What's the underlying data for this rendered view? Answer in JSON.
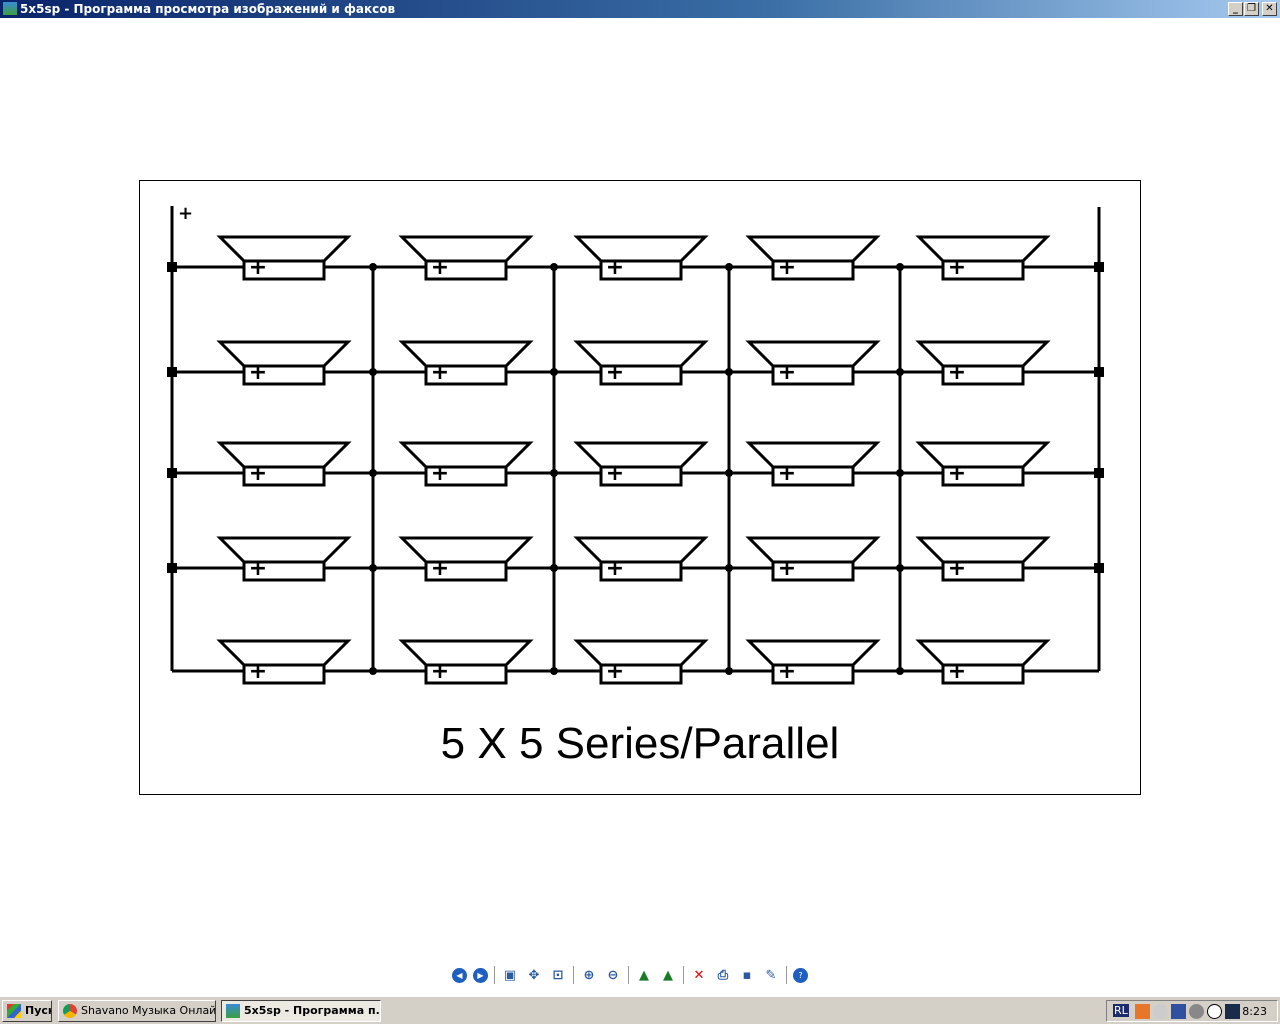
{
  "window": {
    "title": "5x5sp - Программа просмотра изображений и факсов",
    "buttons": [
      "_",
      "❐",
      "✕"
    ]
  },
  "diagram": {
    "caption": "5 X 5 Series/Parallel",
    "plus_label": "+",
    "speaker_label": "+",
    "rows": 5,
    "cols": 5
  },
  "toolbar": [
    {
      "icon": "previous-image-icon",
      "glyph": "◀"
    },
    {
      "icon": "next-image-icon",
      "glyph": "▶"
    },
    {
      "icon": "best-fit-icon",
      "glyph": "▣"
    },
    {
      "icon": "actual-size-icon",
      "glyph": "✥"
    },
    {
      "icon": "slideshow-icon",
      "glyph": "⊡"
    },
    {
      "icon": "zoom-in-icon",
      "glyph": "⊕"
    },
    {
      "icon": "zoom-out-icon",
      "glyph": "⊖"
    },
    {
      "icon": "rotate-clockwise-icon",
      "glyph": "▲"
    },
    {
      "icon": "rotate-counterclockwise-icon",
      "glyph": "▲"
    },
    {
      "icon": "delete-icon",
      "glyph": "✕"
    },
    {
      "icon": "print-icon",
      "glyph": "⎙"
    },
    {
      "icon": "save-icon",
      "glyph": "▪"
    },
    {
      "icon": "edit-icon",
      "glyph": "✎"
    },
    {
      "icon": "help-icon",
      "glyph": "?"
    }
  ],
  "taskbar": {
    "start": "Пуск",
    "tasks": [
      "Shavano Музыка Онлай...",
      "5x5sp - Программа п..."
    ],
    "lang": "RL",
    "clock": "8:23"
  }
}
